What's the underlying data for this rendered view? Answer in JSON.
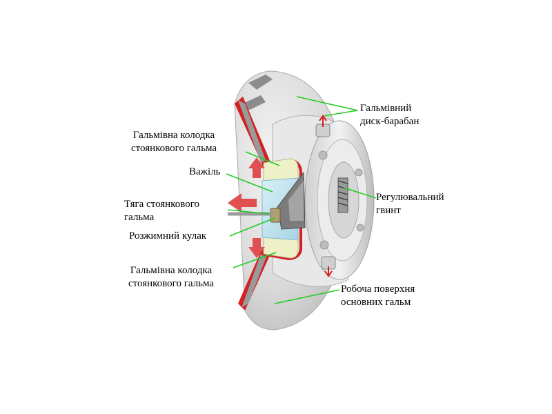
{
  "labels": {
    "disc_drum": [
      "Гальмівний",
      "диск-барабан"
    ],
    "parking_shoe_top": [
      "Гальмівна колодка",
      "стоянкового гальма"
    ],
    "lever": [
      "Важіль"
    ],
    "parking_rod": [
      "Тяга стоянкового",
      "гальма"
    ],
    "expander_cam": [
      "Розжимний кулак"
    ],
    "parking_shoe_bottom": [
      "Гальмівна колодка",
      "стоянкового гальма"
    ],
    "adjusting_screw": [
      "Регулювальний",
      "гвинт"
    ],
    "working_surface": [
      "Робоча поверхня",
      "основних гальм"
    ]
  },
  "colors": {
    "leader": "#22cc22",
    "accent_red": "#d42020",
    "arrow_red": "#e05050",
    "metal_light": "#e6e6e6",
    "metal_mid": "#c8c8c8",
    "metal_dark": "#8a8a8a",
    "shoe_lining": "#eef0c8",
    "lever_blue": "#c9e8f2"
  }
}
